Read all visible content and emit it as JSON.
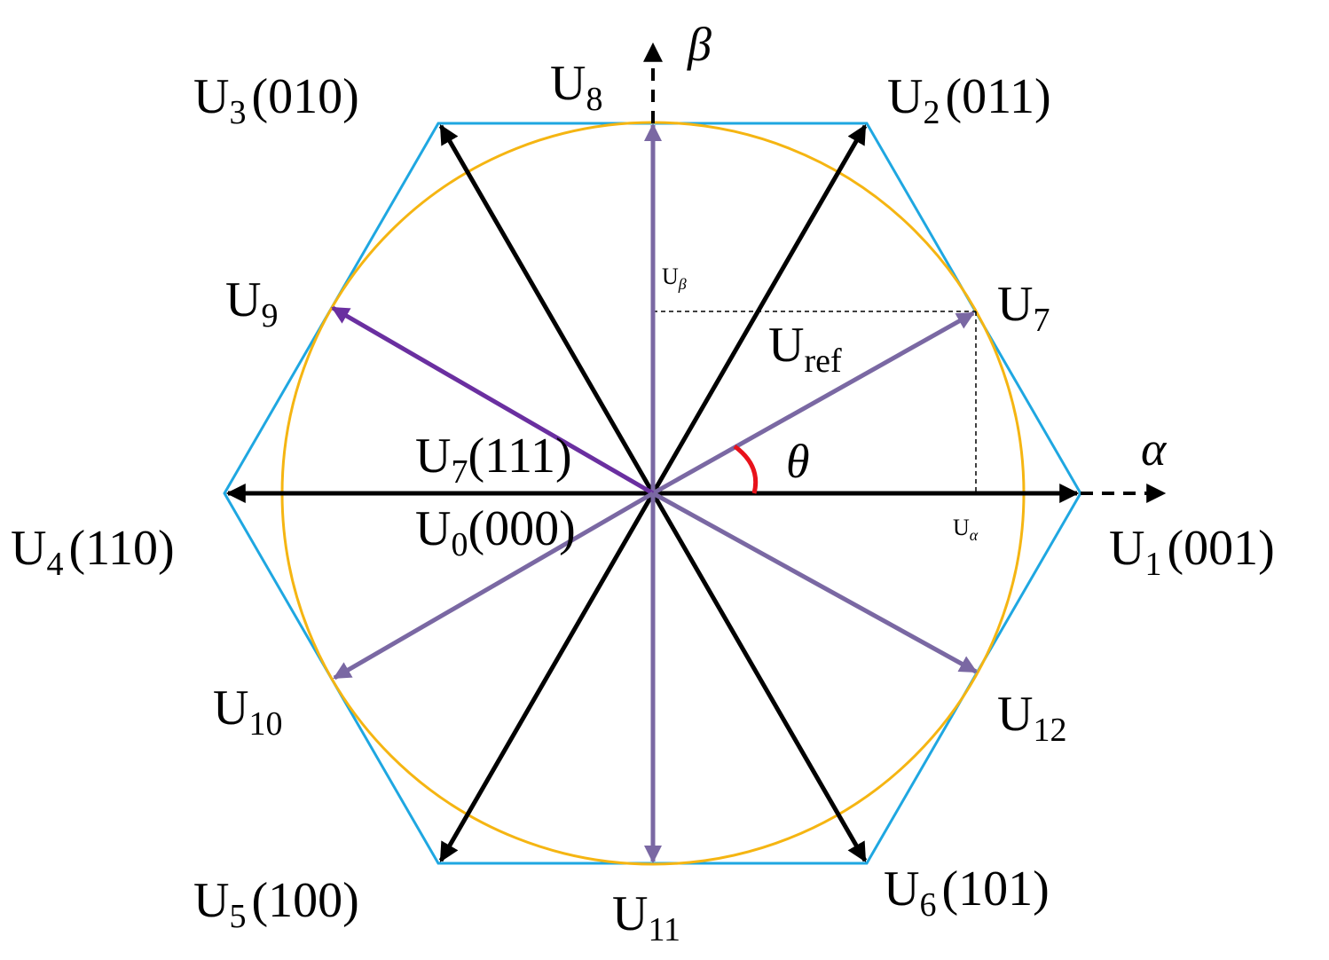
{
  "colors": {
    "hexagon": "#1fa7e1",
    "circle": "#f5b512",
    "basic_vector": "#000000",
    "extra_vector": "#7a68a3",
    "u9_vector": "#6a2fa0",
    "angle_arc": "#e8121b",
    "projection": "#000000"
  },
  "axes": {
    "alpha": "α",
    "beta": "β"
  },
  "vectors": {
    "u1": {
      "main": "U",
      "sub": "1",
      "code": "(001)"
    },
    "u2": {
      "main": "U",
      "sub": "2",
      "code": "(011)"
    },
    "u3": {
      "main": "U",
      "sub": "3",
      "code": "(010)"
    },
    "u4": {
      "main": "U",
      "sub": "4",
      "code": "(110)"
    },
    "u5": {
      "main": "U",
      "sub": "5",
      "code": "(100)"
    },
    "u6": {
      "main": "U",
      "sub": "6",
      "code": "(101)"
    },
    "u7": {
      "main": "U",
      "sub": "7"
    },
    "u8": {
      "main": "U",
      "sub": "8"
    },
    "u9": {
      "main": "U",
      "sub": "9"
    },
    "u10": {
      "main": "U",
      "sub": "10"
    },
    "u11": {
      "main": "U",
      "sub": "11"
    },
    "u12": {
      "main": "U",
      "sub": "12"
    },
    "u7_zero": {
      "main": "U",
      "sub": "7",
      "code": "(111)"
    },
    "u0_zero": {
      "main": "U",
      "sub": "0",
      "code": "(000)"
    }
  },
  "reference": {
    "main": "U",
    "sub": "ref"
  },
  "angle": "θ",
  "projections": {
    "u_alpha": {
      "main": "U",
      "sub": "α"
    },
    "u_beta": {
      "main": "U",
      "sub": "β"
    }
  }
}
